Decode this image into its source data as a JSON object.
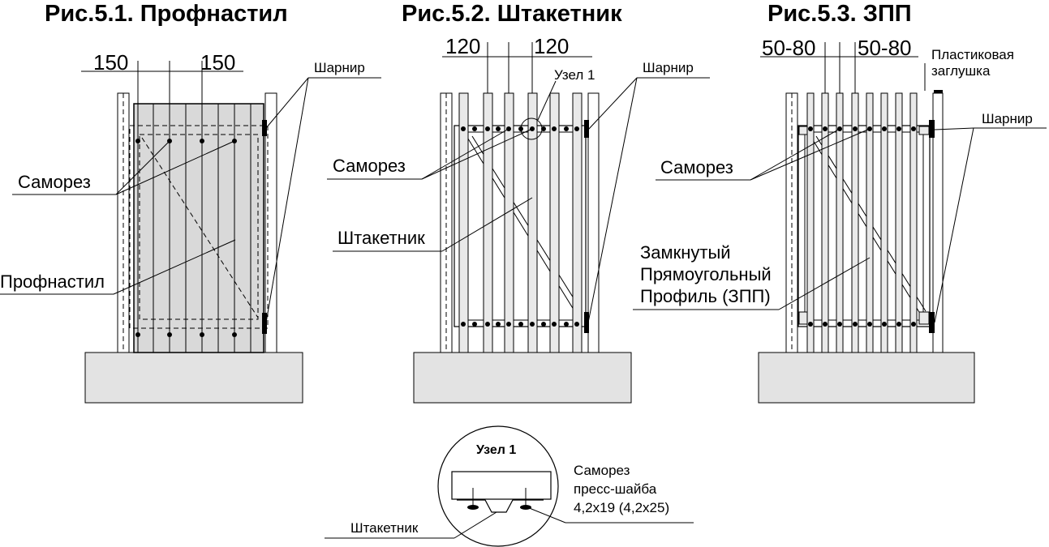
{
  "figures": [
    {
      "title": "Рис.5.1. Профнастил",
      "dimensions": [
        "150",
        "150"
      ],
      "labels": {
        "hinge": "Шарнир",
        "screw": "Саморез",
        "material": "Профнастил"
      }
    },
    {
      "title": "Рис.5.2. Штакетник",
      "dimensions": [
        "120",
        "120"
      ],
      "labels": {
        "node": "Узел 1",
        "hinge": "Шарнир",
        "screw": "Саморез",
        "material": "Штакетник"
      }
    },
    {
      "title": "Рис.5.3. ЗПП",
      "dimensions": [
        "50-80",
        "50-80"
      ],
      "labels": {
        "cap_line1": "Пластиковая",
        "cap_line2": "заглушка",
        "hinge": "Шарнир",
        "screw": "Саморез",
        "profile_line1": "Замкнутый",
        "profile_line2": "Прямоугольный",
        "profile_line3": "Профиль (ЗПП)"
      }
    }
  ],
  "detail": {
    "title": "Узел 1",
    "screw_line1": "Саморез",
    "screw_line2": "пресс-шайба",
    "screw_line3": "4,2х19 (4,2х25)",
    "picket_label": "Штакетник"
  },
  "colors": {
    "line": "#000000",
    "fill_light": "#e3e3e3",
    "sheet": "#d9d9d9"
  }
}
